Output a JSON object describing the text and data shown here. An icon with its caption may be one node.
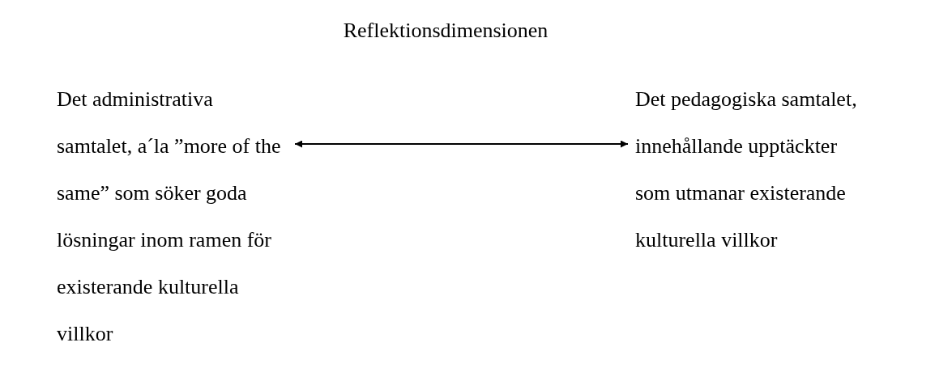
{
  "diagram": {
    "title": "Reflektionsdimensionen",
    "nodes": [
      {
        "text": [
          "Det administrativa samtalet, a´la ”more of the same” som söker goda lösningar inom ramen för existerande kulturella villkor"
        ]
      },
      {
        "text": [
          "Det pedagogiska samtalet, innehållande upptäckter som utmanar existerande kulturella villkor"
        ]
      }
    ],
    "edges": [
      {
        "from": 0,
        "to": 1,
        "arrow": "both"
      }
    ]
  }
}
